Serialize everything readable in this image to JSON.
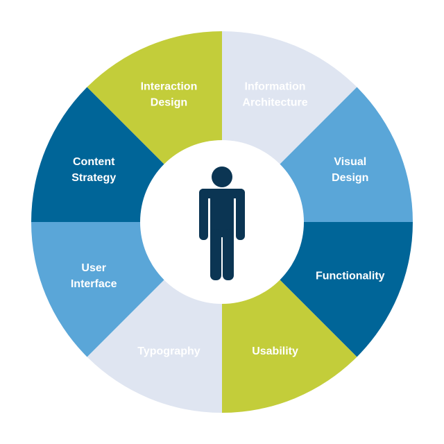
{
  "title": "User Experience Wheel",
  "colors": {
    "light": "#dfe5f1",
    "medium": "#5aa6d8",
    "dark": "#006598",
    "green": "#c3cd3a",
    "person": "#0b3553",
    "center": "#ffffff"
  },
  "segments": [
    {
      "lines": [
        "Information",
        "Architecture"
      ],
      "color": "#dfe5f1"
    },
    {
      "lines": [
        "Visual",
        "Design"
      ],
      "color": "#5aa6d8"
    },
    {
      "lines": [
        "Functionality"
      ],
      "color": "#006598"
    },
    {
      "lines": [
        "Usability"
      ],
      "color": "#c3cd3a"
    },
    {
      "lines": [
        "Typography"
      ],
      "color": "#dfe5f1"
    },
    {
      "lines": [
        "User",
        "Interface"
      ],
      "color": "#5aa6d8"
    },
    {
      "lines": [
        "Content",
        "Strategy"
      ],
      "color": "#006598"
    },
    {
      "lines": [
        "Interaction",
        "Design"
      ],
      "color": "#c3cd3a"
    }
  ],
  "center_icon": "person-icon"
}
